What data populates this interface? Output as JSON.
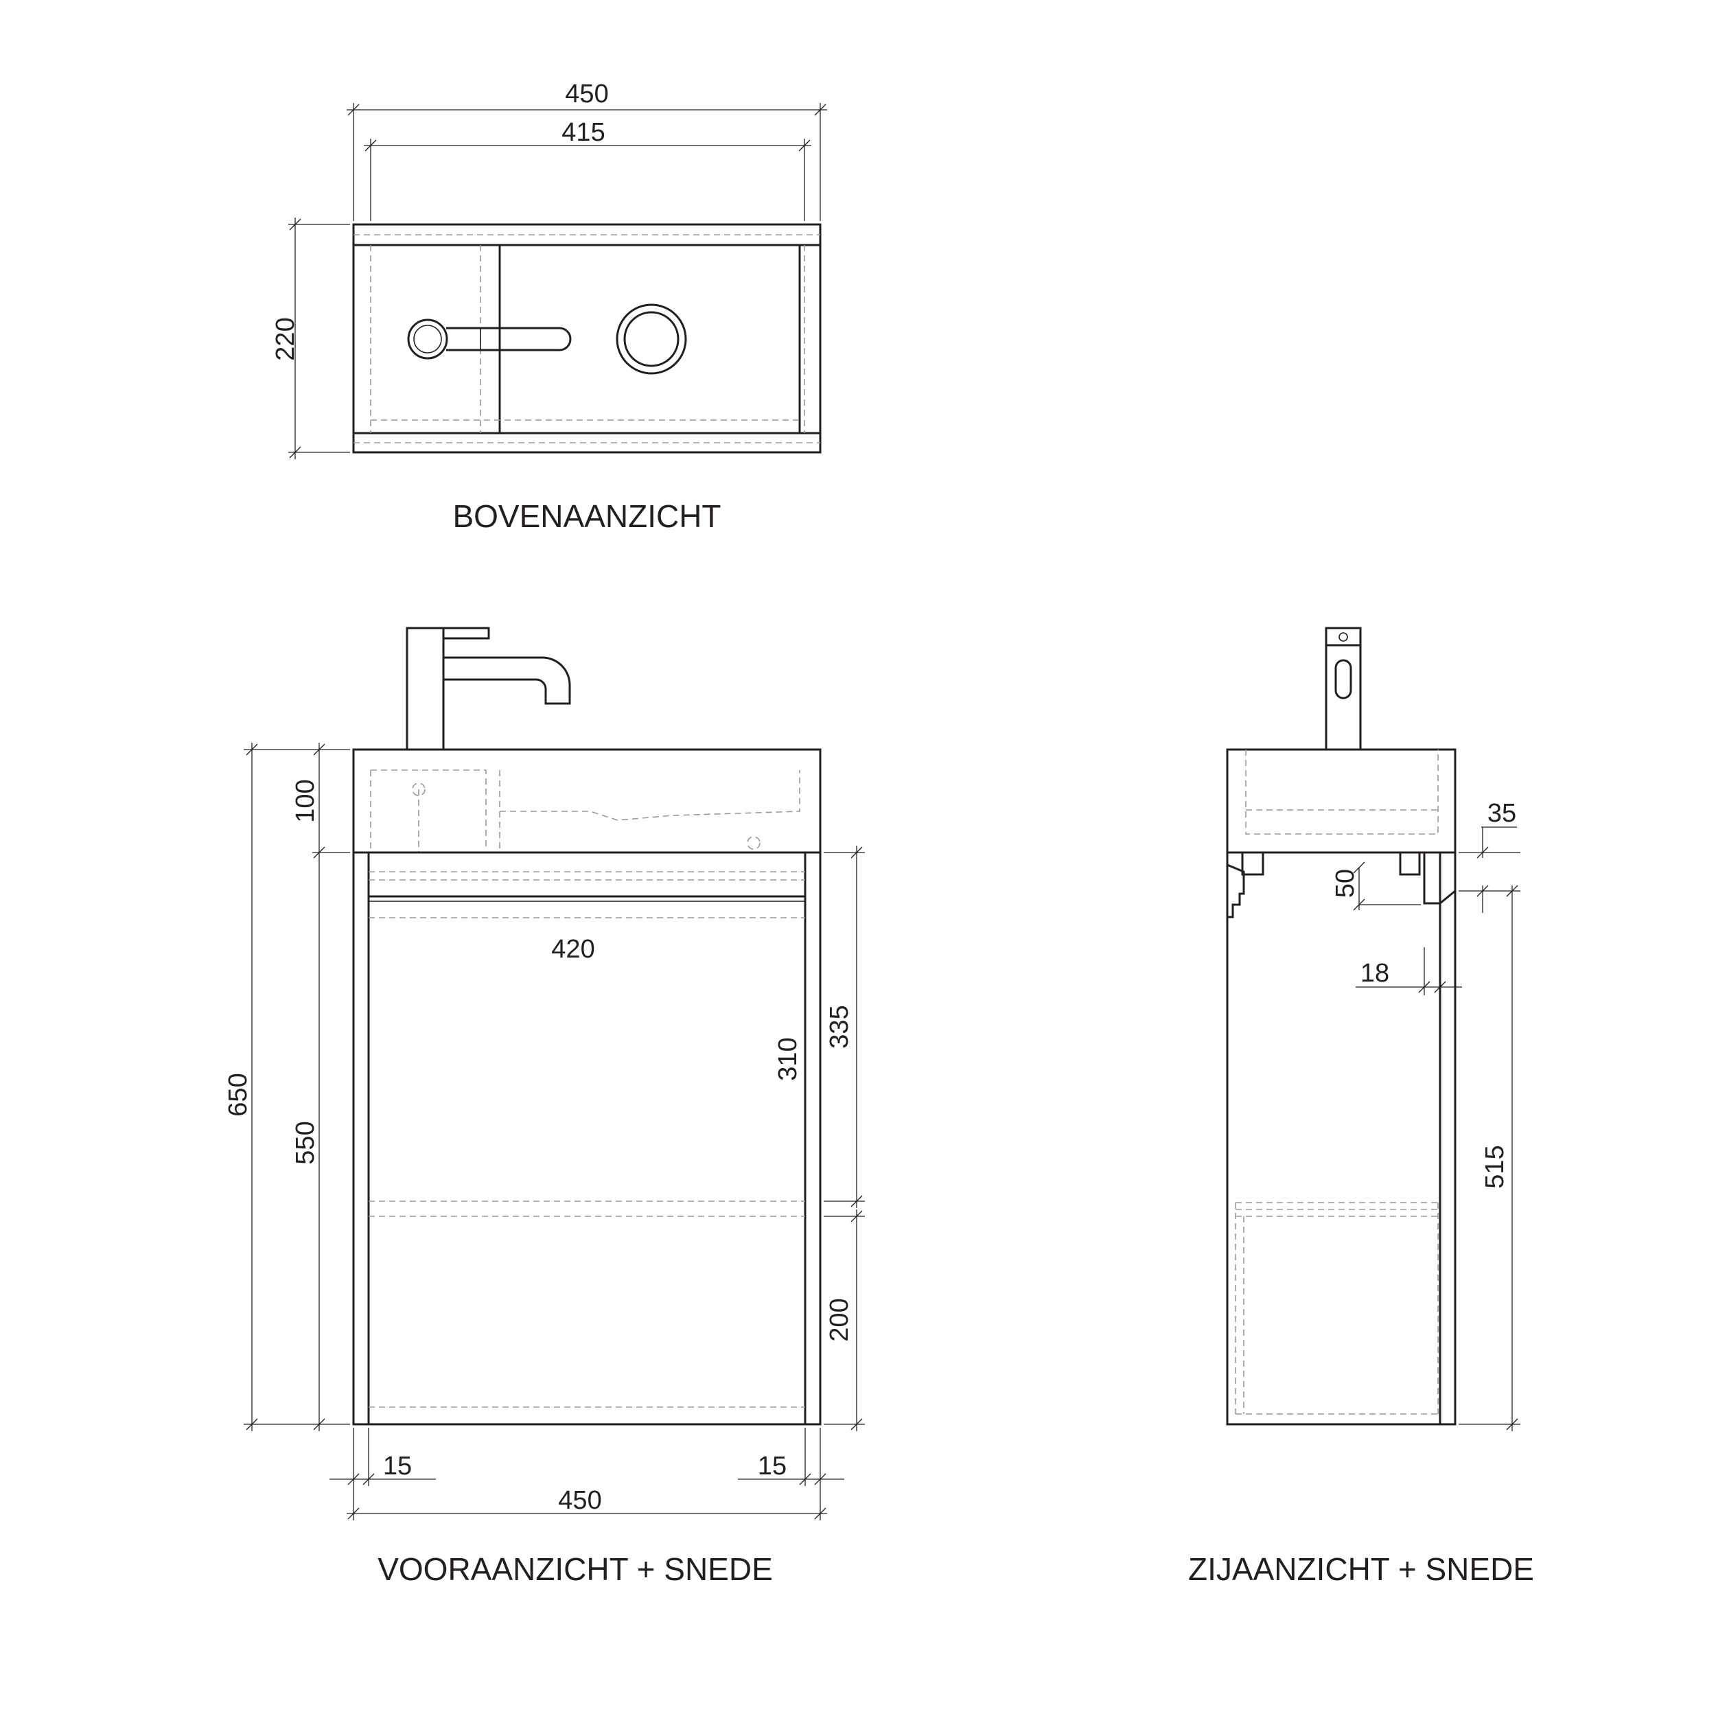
{
  "views": {
    "top": {
      "title": "BOVENAANZICHT",
      "dims": {
        "overall_width": "450",
        "inner_width": "415",
        "depth": "220"
      }
    },
    "front": {
      "title": "VOORAANZICHT + SNEDE",
      "dims": {
        "basin_height": "100",
        "total_height": "650",
        "cabinet_height": "550",
        "inner_width": "420",
        "door_height": "310",
        "upper_section": "335",
        "lower_section": "200",
        "side_left": "15",
        "side_right": "15",
        "width": "450"
      }
    },
    "side": {
      "title": "ZIJAANZICHT + SNEDE",
      "dims": {
        "gap": "35",
        "rail_height": "50",
        "panel": "18",
        "body_height": "515"
      }
    }
  }
}
